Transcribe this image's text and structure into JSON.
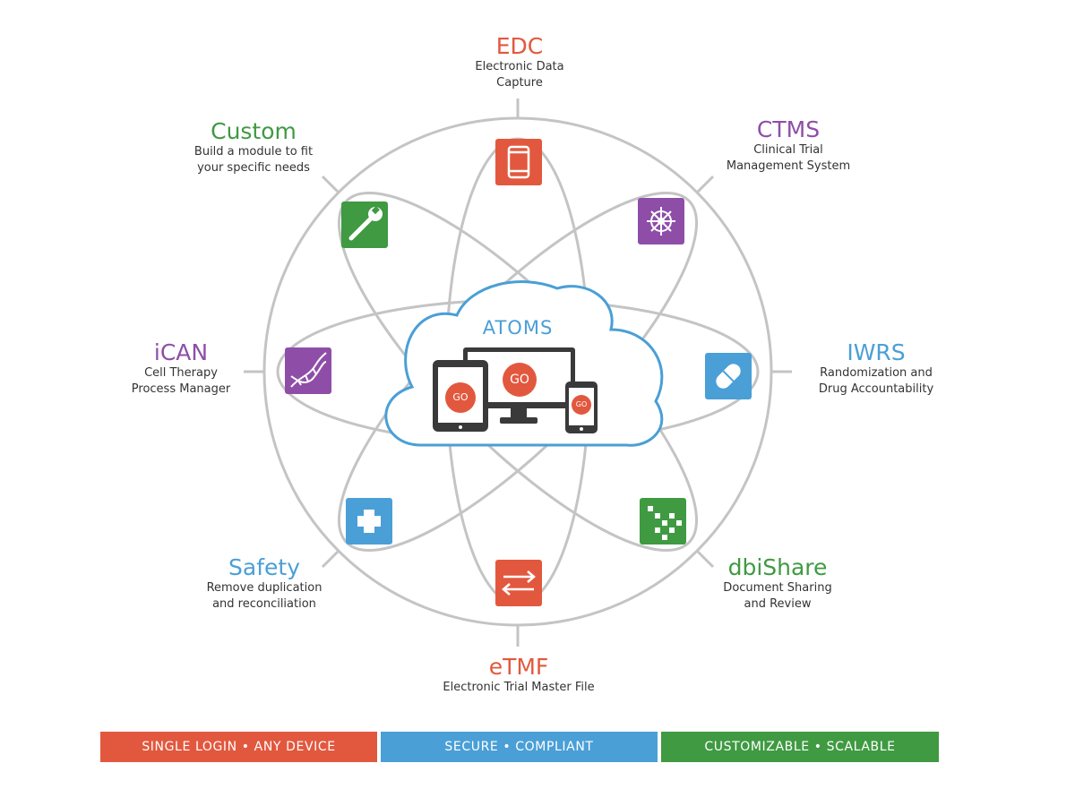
{
  "colors": {
    "orange": "#e2583e",
    "purple": "#8e4ea8",
    "blue": "#4a9fd6",
    "green": "#3f9a42",
    "ring": "#c4c4c4",
    "cloud_stroke": "#4a9fd6",
    "device": "#3a3a3a"
  },
  "center": {
    "title": "ATOMS",
    "go_large": "GO",
    "go_tablet": "GO",
    "go_phone": "GO"
  },
  "modules": {
    "edc": {
      "title": "EDC",
      "desc_1": "Electronic Data",
      "desc_2": "Capture",
      "icon": "mobile-phone-icon",
      "color": "orange"
    },
    "ctms": {
      "title": "CTMS",
      "desc_1": "Clinical Trial",
      "desc_2": "Management System",
      "icon": "ship-wheel-icon",
      "color": "purple"
    },
    "iwrs": {
      "title": "IWRS",
      "desc_1": "Randomization and",
      "desc_2": "Drug Accountability",
      "icon": "pill-icon",
      "color": "blue"
    },
    "dbishare": {
      "title": "dbiShare",
      "desc_1": "Document Sharing",
      "desc_2": "and Review",
      "icon": "grid-pixels-icon",
      "color": "green"
    },
    "etmf": {
      "title": "eTMF",
      "desc_1": "Electronic Trial Master File",
      "desc_2": "",
      "icon": "exchange-arrows-icon",
      "color": "orange"
    },
    "safety": {
      "title": "Safety",
      "desc_1": "Remove duplication",
      "desc_2": "and reconciliation",
      "icon": "plus-cross-icon",
      "color": "blue"
    },
    "ican": {
      "title": "iCAN",
      "desc_1": "Cell Therapy",
      "desc_2": "Process Manager",
      "icon": "dna-icon",
      "color": "purple"
    },
    "custom": {
      "title": "Custom",
      "desc_1": "Build a module to fit",
      "desc_2": "your specific needs",
      "icon": "wrench-icon",
      "color": "green"
    }
  },
  "bands": {
    "left": "SINGLE LOGIN  •  ANY DEVICE",
    "middle": "SECURE  •  COMPLIANT",
    "right": "CUSTOMIZABLE  •  SCALABLE"
  }
}
